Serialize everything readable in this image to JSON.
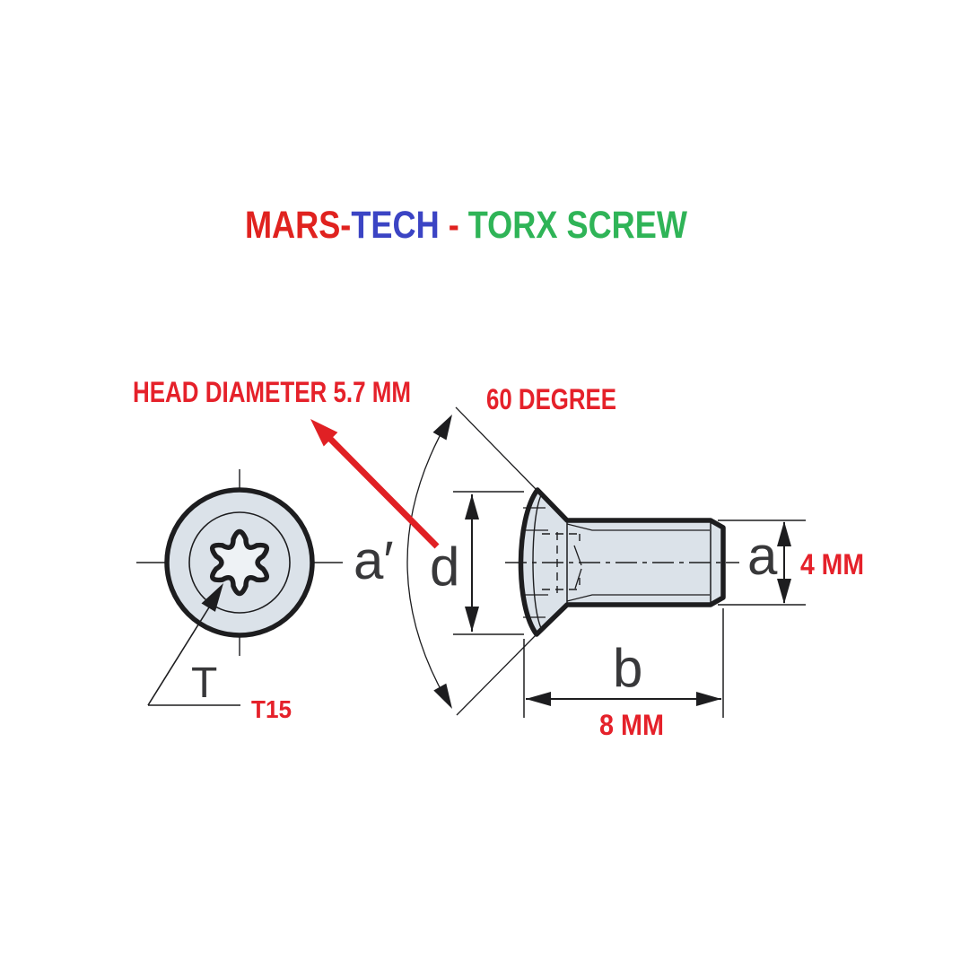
{
  "title": {
    "segments": [
      {
        "text": "MARS-",
        "color": "#e0221f"
      },
      {
        "text": "TECH",
        "color": "#3b44c4"
      },
      {
        "text": " - ",
        "color": "#e0221f"
      },
      {
        "text": "TORX SCREW",
        "color": "#2fb457"
      }
    ]
  },
  "drawing": {
    "subject": "countersunk torx screw - front view and side view",
    "annotations": {
      "head_diameter": "HEAD DIAMETER 5.7 MM",
      "countersink_angle": "60 DEGREE",
      "shank_diameter": "4 MM",
      "screw_length": "8 MM",
      "torx_drive_size": "T15"
    },
    "dimension_labels": {
      "a_prime": "a′",
      "d": "d",
      "a": "a",
      "b": "b",
      "t": "T"
    },
    "colors": {
      "annotation_red": "#e5212a",
      "line_black": "#1d1d1f",
      "metal_fill": "#dbe2e9",
      "recess_fill": "#eef2f5"
    }
  }
}
